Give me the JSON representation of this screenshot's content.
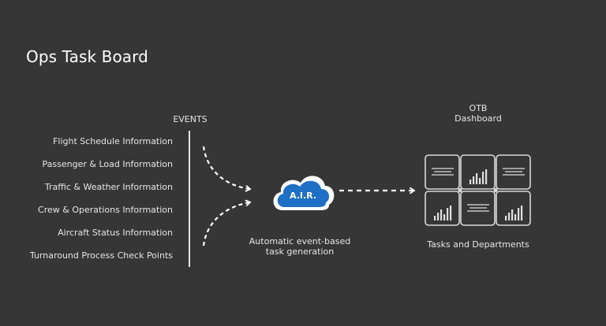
{
  "title": "Ops Task Board",
  "events": {
    "header": "EVENTS",
    "items": [
      "Flight Schedule Information",
      "Passenger & Load Information",
      "Traffic & Weather Information",
      "Crew & Operations Information",
      "Aircraft Status Information",
      "Turnaround Process Check Points"
    ]
  },
  "air": {
    "logo_text": "A.I.R.",
    "caption_line1": "Automatic event-based",
    "caption_line2": "task generation",
    "cloud_color": "#1f6fc4"
  },
  "dashboard": {
    "header_line1": "OTB",
    "header_line2": "Dashboard",
    "caption": "Tasks and Departments",
    "tiles": [
      "text-lines-icon",
      "bar-chart-icon",
      "text-lines-icon",
      "bar-chart-icon",
      "text-lines-icon",
      "bar-chart-icon"
    ]
  },
  "colors": {
    "background": "#363636",
    "foreground": "#ffffff",
    "accent_blue": "#1f6fc4"
  }
}
